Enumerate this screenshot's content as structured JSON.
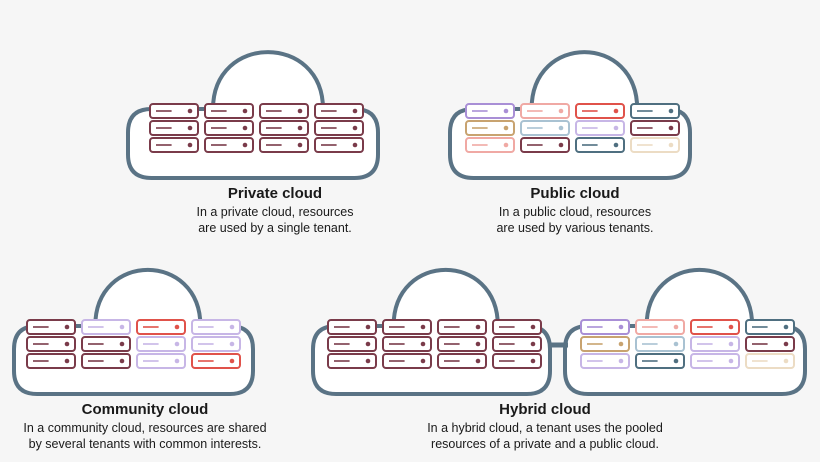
{
  "colors": {
    "cloud_outline": "#5a7385",
    "cloud_fill": "#ffffff",
    "private_tenant": "#7a3b4a",
    "tenant_purple": "#a98fd6",
    "tenant_red": "#e0524a",
    "tenant_teal": "#4f6f80",
    "tenant_pink": "#f0a9a4",
    "tenant_gold": "#c8a370",
    "tenant_lightblue": "#a9c2d2",
    "tenant_cream": "#ecdcc4",
    "tenant_lavender": "#c7b6e6"
  },
  "private": {
    "title": "Private cloud",
    "desc_line1": "In a private cloud, resources",
    "desc_line2": "are used by a single tenant.",
    "rack_colors": [
      [
        "private_tenant",
        "private_tenant",
        "private_tenant",
        "private_tenant"
      ],
      [
        "private_tenant",
        "private_tenant",
        "private_tenant",
        "private_tenant"
      ],
      [
        "private_tenant",
        "private_tenant",
        "private_tenant",
        "private_tenant"
      ]
    ]
  },
  "public": {
    "title": "Public cloud",
    "desc_line1": "In a public cloud, resources",
    "desc_line2": "are used by various tenants.",
    "rack_colors": [
      [
        "tenant_purple",
        "tenant_pink",
        "tenant_red",
        "tenant_teal"
      ],
      [
        "tenant_gold",
        "tenant_lightblue",
        "tenant_lavender",
        "private_tenant"
      ],
      [
        "tenant_pink",
        "private_tenant",
        "tenant_teal",
        "tenant_cream"
      ]
    ]
  },
  "community": {
    "title": "Community cloud",
    "desc_line1": "In a community cloud, resources are shared",
    "desc_line2": "by several tenants  with common interests.",
    "rack_colors": [
      [
        "private_tenant",
        "tenant_lavender",
        "tenant_red",
        "tenant_lavender"
      ],
      [
        "private_tenant",
        "private_tenant",
        "tenant_lavender",
        "tenant_lavender"
      ],
      [
        "private_tenant",
        "private_tenant",
        "tenant_lavender",
        "tenant_red"
      ]
    ]
  },
  "hybrid": {
    "title": "Hybrid cloud",
    "desc_line1": "In a hybrid cloud, a tenant uses the pooled",
    "desc_line2": "resources of a private and a public cloud.",
    "private_rack_colors": [
      [
        "private_tenant",
        "private_tenant",
        "private_tenant",
        "private_tenant"
      ],
      [
        "private_tenant",
        "private_tenant",
        "private_tenant",
        "private_tenant"
      ],
      [
        "private_tenant",
        "private_tenant",
        "private_tenant",
        "private_tenant"
      ]
    ],
    "public_rack_colors": [
      [
        "tenant_purple",
        "tenant_pink",
        "tenant_red",
        "tenant_teal"
      ],
      [
        "tenant_gold",
        "tenant_lightblue",
        "tenant_lavender",
        "private_tenant"
      ],
      [
        "tenant_lavender",
        "tenant_teal",
        "tenant_lavender",
        "tenant_cream"
      ]
    ]
  }
}
